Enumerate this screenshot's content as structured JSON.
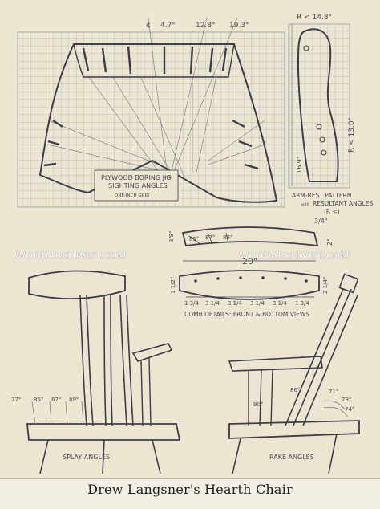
{
  "caption": "Drew Langsner's Hearth Chair",
  "watermark_left": "WOODARCHIVIST.COM",
  "watermark_right": "WOODARCHIVIST.COM",
  "jig": {
    "title_line1": "PLYWOOD BORING JIG",
    "title_with": "with",
    "title_line2": "SIGHTING ANGLES",
    "title_line3": "ONE-INCH GRID",
    "angle_top_1": "4.7°",
    "angle_top_2": "12.8°",
    "angle_top_3": "19.3°",
    "center_mark": "¢"
  },
  "armrest": {
    "radius_top": "R < 14.8°",
    "radius_side": "R < 13.0°",
    "angle_side": "16.9°",
    "label_line1": "ARM-REST PATTERN",
    "label_with": "with",
    "label_line2": "RESULTANT ANGLES",
    "label_line3": "(R <)"
  },
  "comb": {
    "angles": [
      "85°",
      "87°",
      "89°"
    ],
    "height_left": "3/8\"",
    "depth_top": "3/4\"",
    "thickness_right": "2\"",
    "length": "20\"",
    "end_left": "1 1/2\"",
    "end_right": "2 1/4\"",
    "spacings": [
      "1 3/4",
      "3 1/4",
      "3 1/4",
      "3 1/4",
      "3 1/4",
      "1 3/4"
    ],
    "label": "COMB DETAILS: FRONT & BOTTOM VIEWS"
  },
  "splay": {
    "angles": [
      "77°",
      "85°",
      "87°",
      "89°"
    ],
    "label": "SPLAY ANGLES"
  },
  "rake": {
    "angles": [
      "90°",
      "86°",
      "71°",
      "73°",
      "74°"
    ],
    "label": "RAKE ANGLES"
  }
}
